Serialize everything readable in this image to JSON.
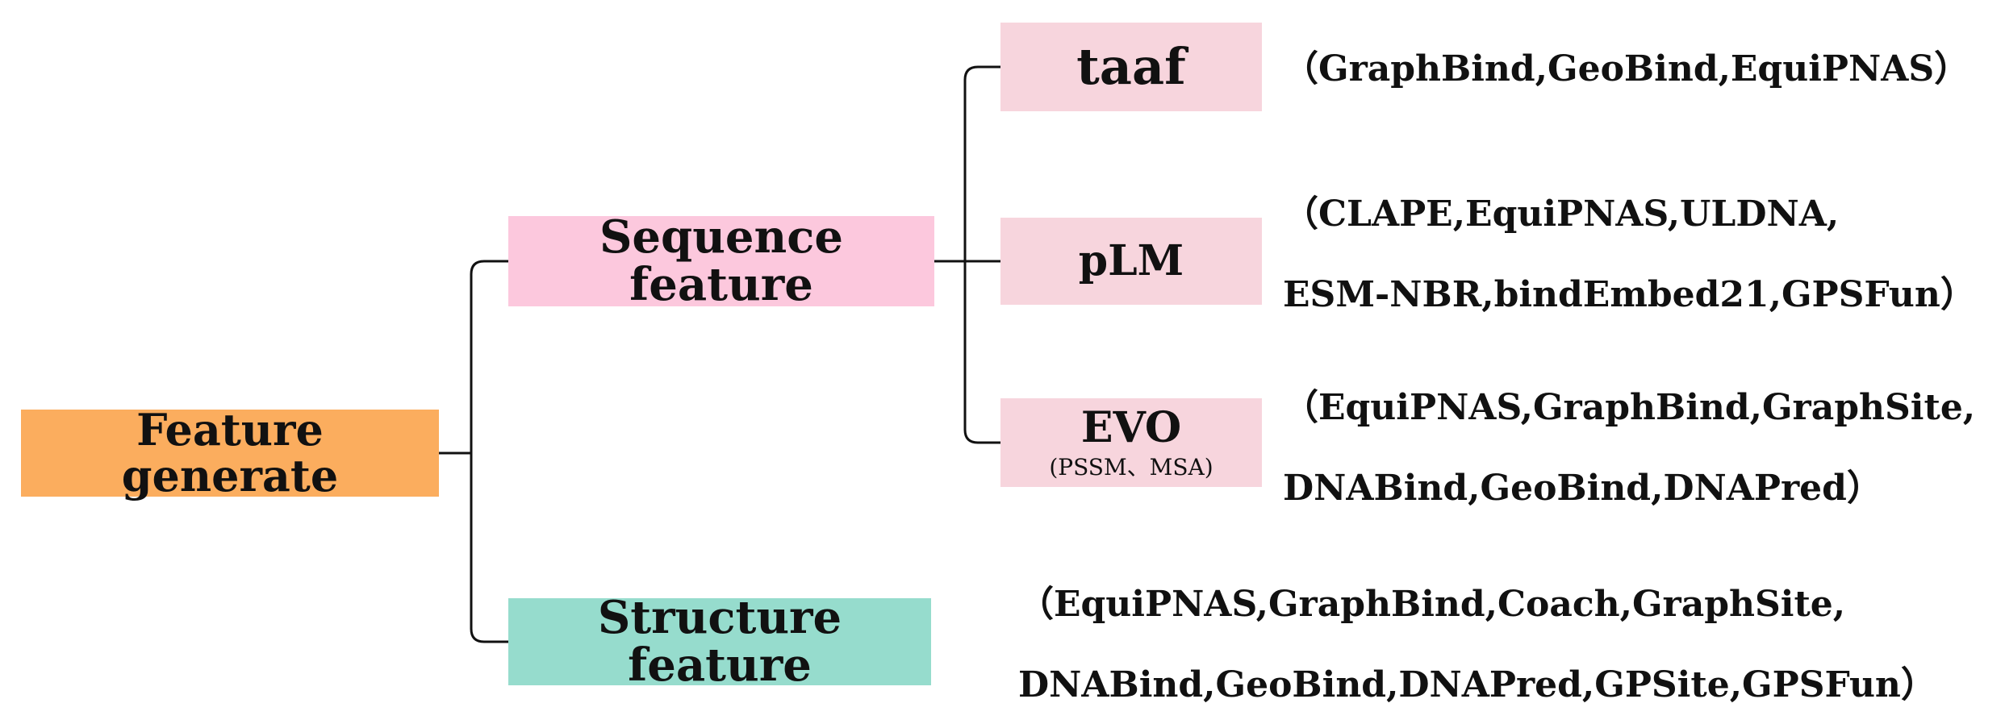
{
  "colors": {
    "main": "#fbad5e",
    "sequence": "#fcc8dd",
    "structure": "#96dccd",
    "subfeature": "#f7d5dd",
    "line": "#111111"
  },
  "root": {
    "label": "Feature generate"
  },
  "sequence": {
    "label": "Sequence feature"
  },
  "structure": {
    "label": "Structure feature",
    "methods": [
      "（EquiPNAS,GraphBind,Coach,GraphSite,",
      "DNABind,GeoBind,DNAPred,GPSite,GPSFun）"
    ]
  },
  "taaf": {
    "label": "taaf",
    "methods": [
      "（GraphBind,GeoBind,EquiPNAS）"
    ]
  },
  "plm": {
    "label": "pLM",
    "methods": [
      "（CLAPE,EquiPNAS,ULDNA,",
      "ESM-NBR,bindEmbed21,GPSFun）"
    ]
  },
  "evo": {
    "label": "EVO",
    "sublabel": "(PSSM、MSA)",
    "methods": [
      "（EquiPNAS,GraphBind,GraphSite,",
      "DNABind,GeoBind,DNAPred）"
    ]
  }
}
